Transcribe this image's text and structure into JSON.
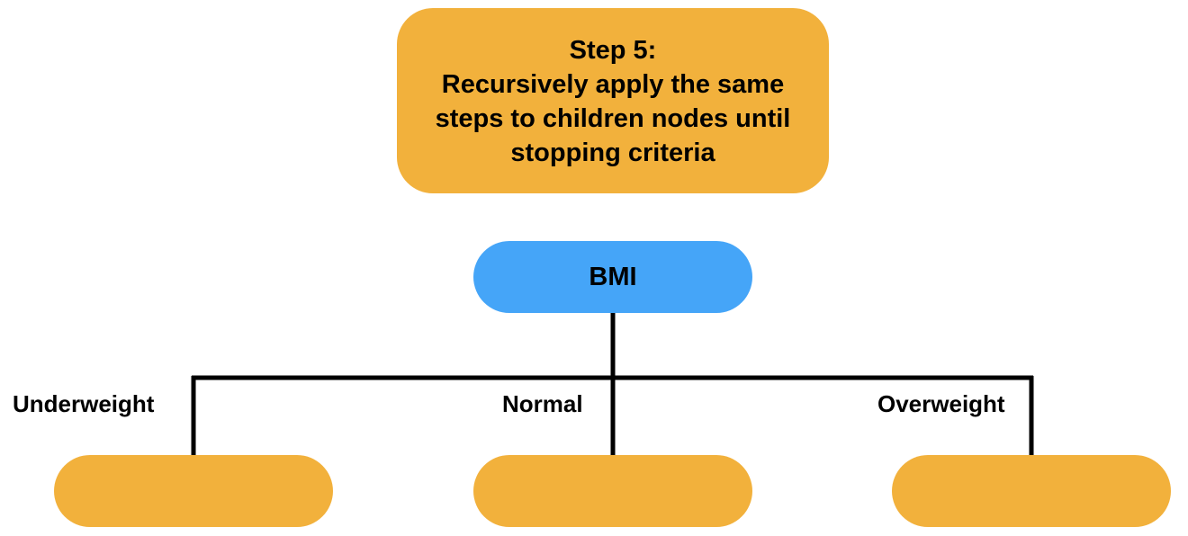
{
  "step": {
    "title": "Step 5:",
    "lines": [
      "Recursively apply the same",
      "steps to children nodes until",
      "stopping criteria"
    ]
  },
  "tree": {
    "root_label": "BMI",
    "branches": [
      {
        "label": "Underweight"
      },
      {
        "label": "Normal"
      },
      {
        "label": "Overweight"
      }
    ]
  },
  "colors": {
    "step_box": "#f2b13c",
    "root_node": "#45a5f8",
    "child_node": "#f2b13c",
    "connector": "#000000"
  }
}
